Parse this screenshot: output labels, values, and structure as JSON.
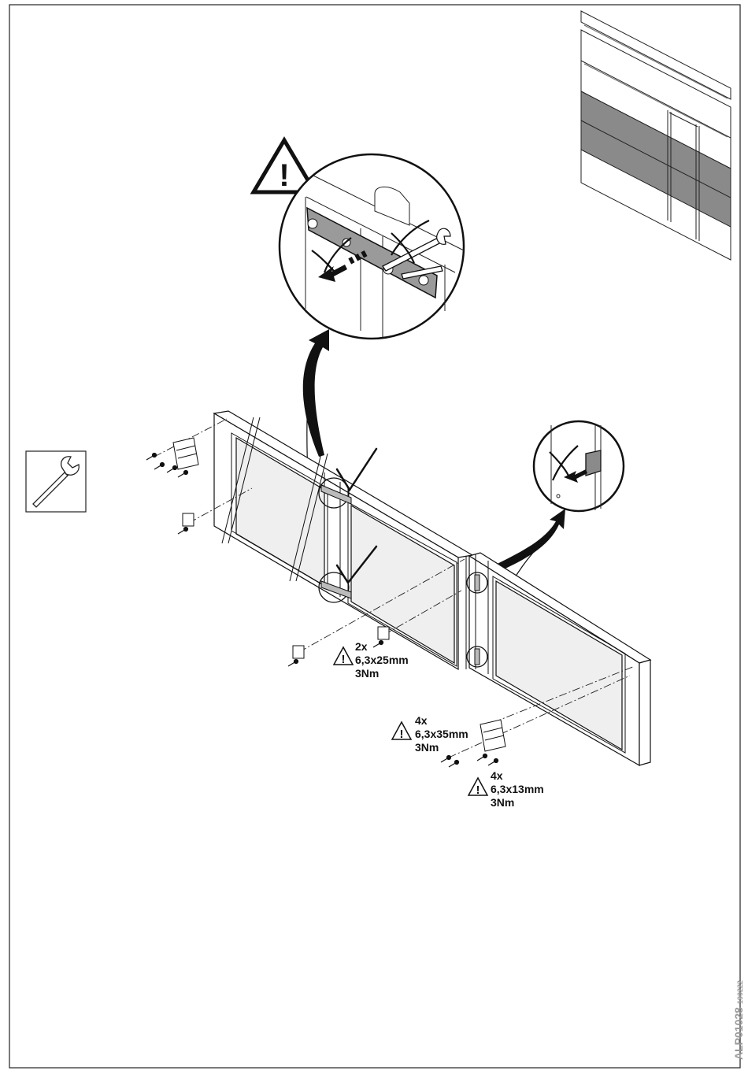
{
  "hardware_callouts": [
    {
      "qty": "2x",
      "screw": "6,3x25mm",
      "torque": "3Nm"
    },
    {
      "qty": "4x",
      "screw": "6,3x35mm",
      "torque": "3Nm"
    },
    {
      "qty": "4x",
      "screw": "6,3x13mm",
      "torque": "3Nm"
    }
  ],
  "document": {
    "code": "ALP01028",
    "date": "190222"
  },
  "icons": {
    "tool": "wrench-icon",
    "caution": "warning-triangle-icon",
    "correct": "checkmark-icon",
    "incorrect": "cross-icon"
  },
  "colors": {
    "line": "#111111",
    "glass": "#efefef",
    "highlight_panel": "#8a8a8a",
    "frame": "#ffffff"
  }
}
